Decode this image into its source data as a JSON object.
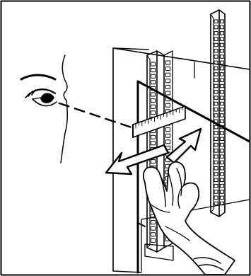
{
  "figure": {
    "type": "technical-line-illustration",
    "palette": {
      "ink": "#000000",
      "paper": "#ffffff",
      "arrow_fill": "#ffffff"
    },
    "depicted_items": [
      "eye-profile",
      "sight-line",
      "rack-cabinet",
      "mounting-rails",
      "alignment-gauge",
      "gloved-hand",
      "pull-arrow",
      "push-arrow"
    ]
  }
}
